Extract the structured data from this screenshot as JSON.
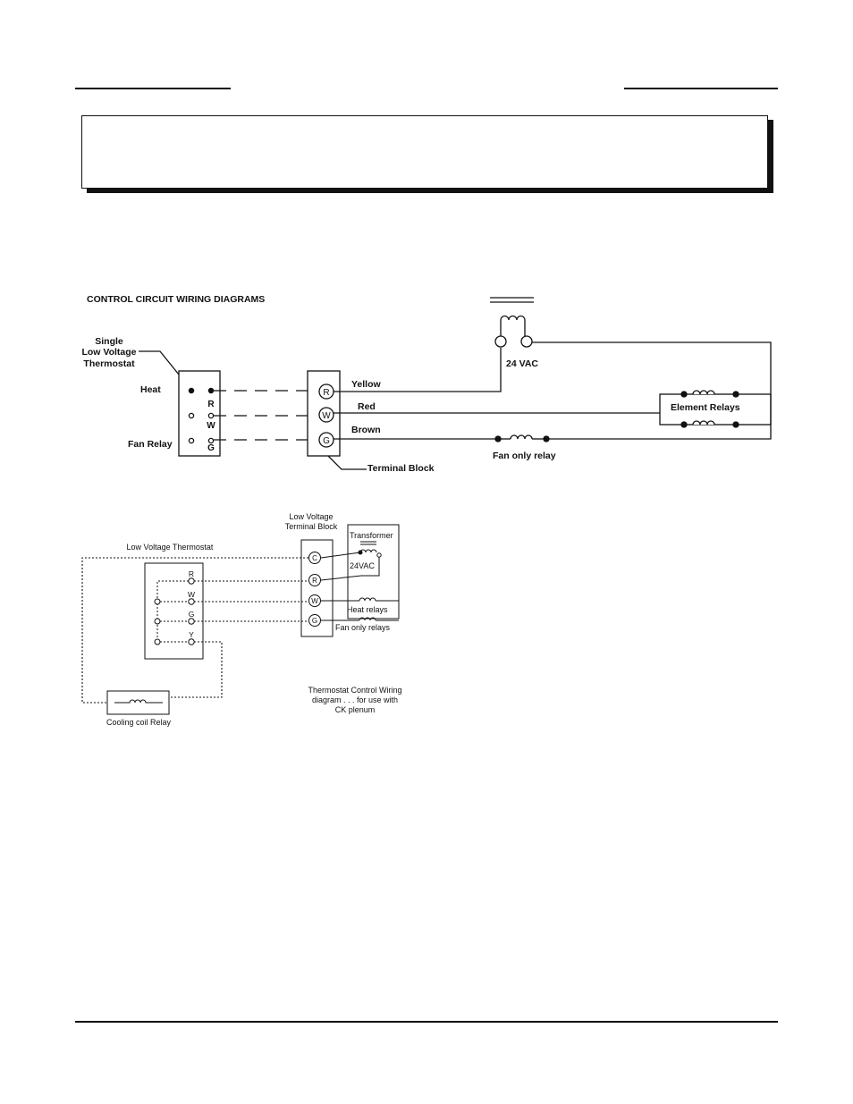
{
  "diagram1": {
    "heading": "CONTROL CIRCUIT WIRING DIAGRAMS",
    "thermostat_label": [
      "Single",
      "Low Voltage",
      "Thermostat"
    ],
    "heat_label": "Heat",
    "fan_relay_label": "Fan Relay",
    "thermostat_terminals": [
      "R",
      "W",
      "G"
    ],
    "block_terminals": [
      "R",
      "W",
      "G"
    ],
    "wire_colors": [
      "Yellow",
      "Red",
      "Brown"
    ],
    "transformer_label": "24 VAC",
    "element_relays_label": "Element Relays",
    "fan_only_relay_label": "Fan only relay",
    "terminal_block_label": "Terminal Block"
  },
  "diagram2": {
    "thermostat_label": "Low Voltage Thermostat",
    "terminal_block_label": [
      "Low Voltage",
      "Terminal Block"
    ],
    "transformer_label": "Transformer",
    "voltage_label": "24VAC",
    "thermostat_terminals": [
      "R",
      "W",
      "G",
      "Y"
    ],
    "block_terminals": [
      "C",
      "R",
      "W",
      "G"
    ],
    "heat_relays_label": "Heat relays",
    "fan_only_relays_label": "Fan only relays",
    "cooling_relay_label": "Cooling coil Relay",
    "caption": [
      "Thermostat Control Wiring",
      "diagram . . . for use with",
      "CK plenum"
    ]
  }
}
